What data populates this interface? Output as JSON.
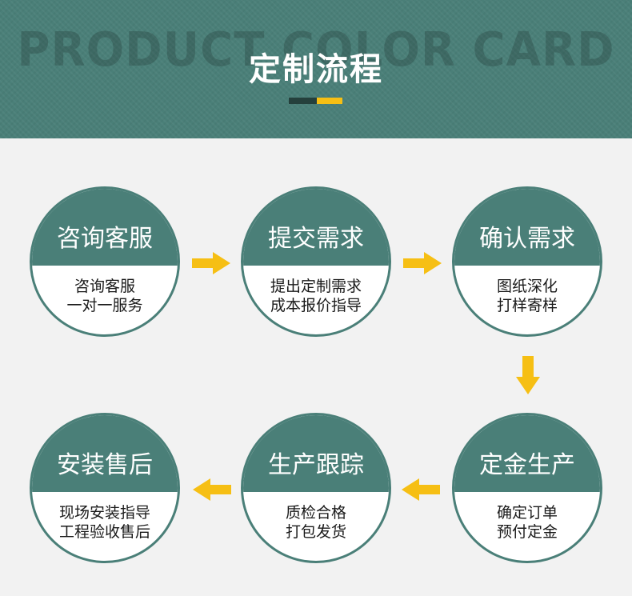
{
  "header": {
    "watermark": "PRODUCT COLOR CARD",
    "title": "定制流程"
  },
  "colors": {
    "primary": "#4a7f78",
    "accent": "#f6bf14",
    "background": "#f2f2f2"
  },
  "steps": [
    {
      "title": "咨询客服",
      "lines": [
        "咨询客服",
        "一对一服务"
      ]
    },
    {
      "title": "提交需求",
      "lines": [
        "提出定制需求",
        "成本报价指导"
      ]
    },
    {
      "title": "确认需求",
      "lines": [
        "图纸深化",
        "打样寄样"
      ]
    },
    {
      "title": "定金生产",
      "lines": [
        "确定订单",
        "预付定金"
      ]
    },
    {
      "title": "生产跟踪",
      "lines": [
        "质检合格",
        "打包发货"
      ]
    },
    {
      "title": "安装售后",
      "lines": [
        "现场安装指导",
        "工程验收售后"
      ]
    }
  ],
  "arrows": {
    "icon": "arrow-icon"
  }
}
